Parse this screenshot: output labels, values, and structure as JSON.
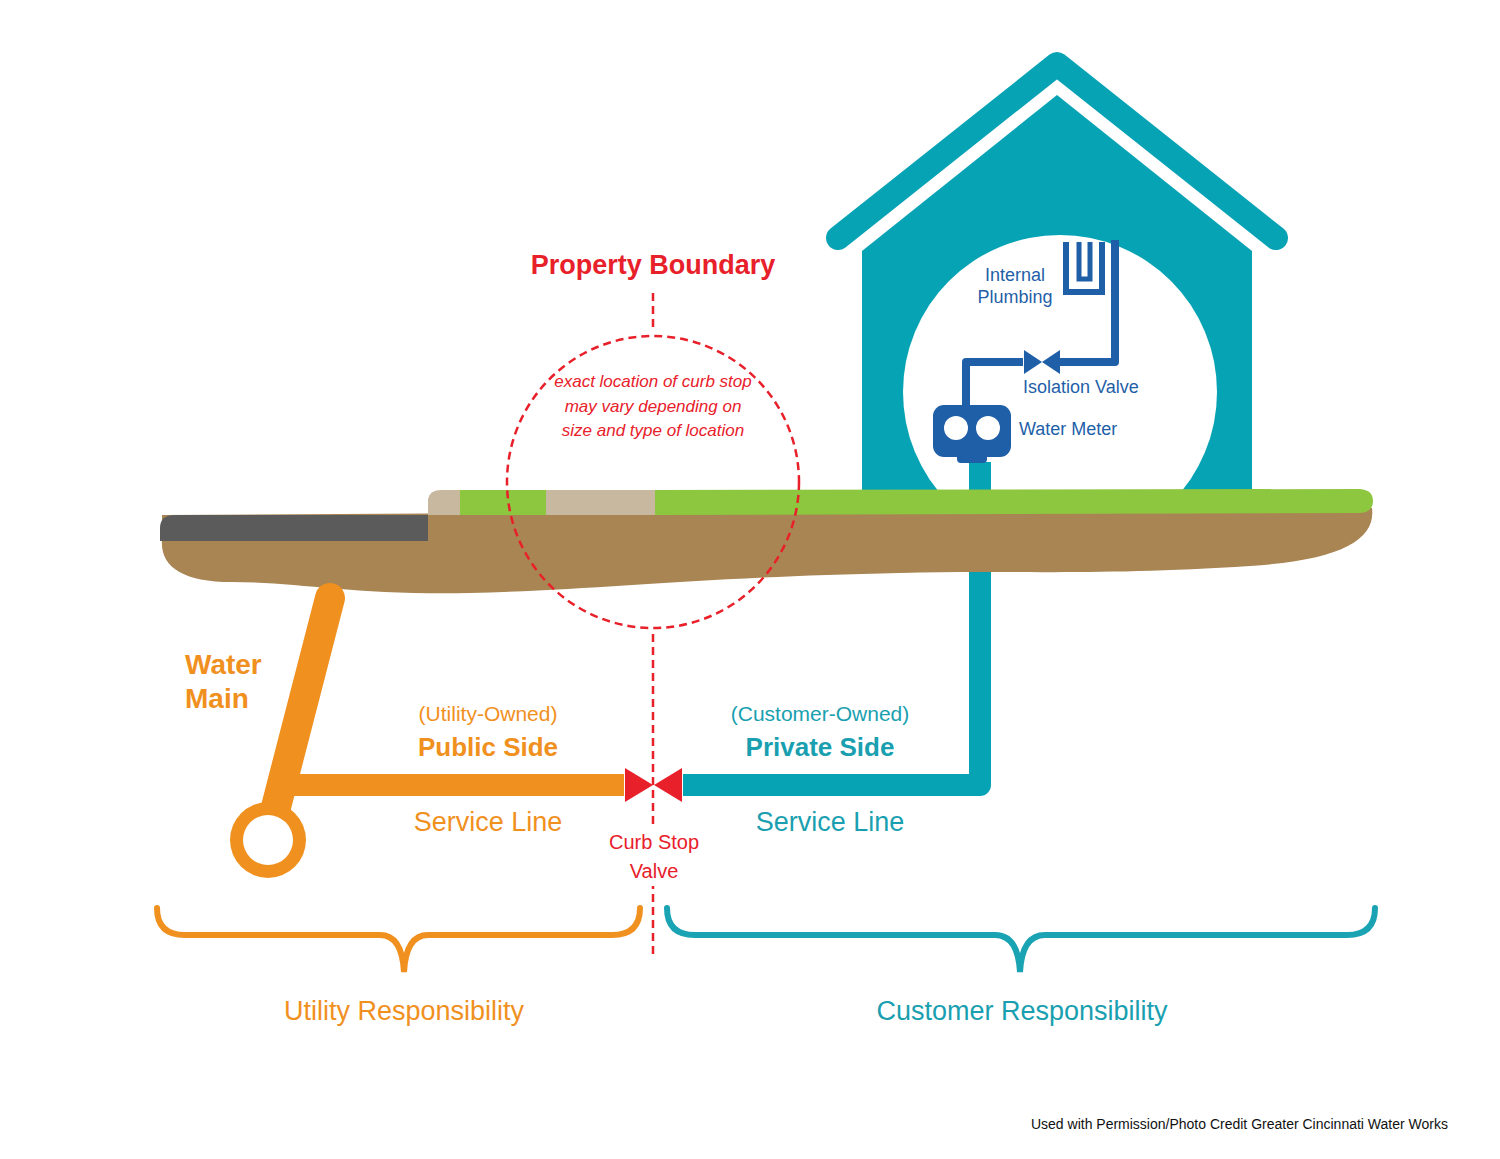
{
  "diagram": {
    "nodes": [
      {
        "text": [
          "exact location of curb stop may vary depending on size and type of location"
        ]
      },
      {
        "text": [
          "Water Main"
        ]
      },
      {
        "text": [
          "Curb Stop Valve"
        ]
      },
      {
        "text": [
          "Isolation Valve"
        ]
      },
      {
        "text": [
          "Water Meter"
        ]
      }
    ],
    "edges": [
      {
        "from": 1,
        "to": 2,
        "arrow": "none"
      },
      {
        "from": 2,
        "to": 4,
        "arrow": "none"
      },
      {
        "from": 4,
        "to": 3,
        "arrow": "none"
      }
    ],
    "labels": [
      "Property Boundary",
      "Internal Plumbing",
      "(Utility-Owned)",
      "Public Side",
      "Service Line",
      "(Customer-Owned)",
      "Private Side",
      "Service Line",
      "Utility Responsibility",
      "Customer Responsibility",
      "Used with Permission/Photo Credit Greater Cincinnati Water Works"
    ]
  }
}
